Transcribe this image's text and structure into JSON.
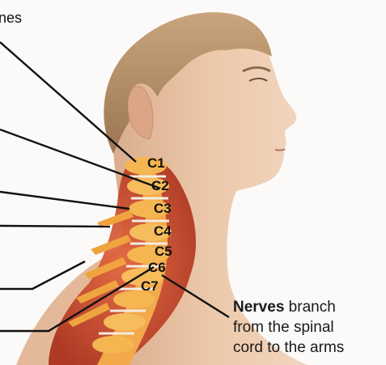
{
  "top_left_partial_label": "nes",
  "vertebrae": [
    "C1",
    "C2",
    "C3",
    "C4",
    "C5",
    "C6",
    "C7"
  ],
  "caption": {
    "bold": "Nerves",
    "rest_line1": " branch",
    "line2": "from the spinal",
    "line3": "cord to the arms"
  },
  "colors": {
    "skin": "#e7c3a4",
    "hair": "#b89168",
    "spine_bone": "#f4b44a",
    "spine_muscle": "#c9452a",
    "disc": "#f4ede0",
    "leader_line": "#111111"
  }
}
